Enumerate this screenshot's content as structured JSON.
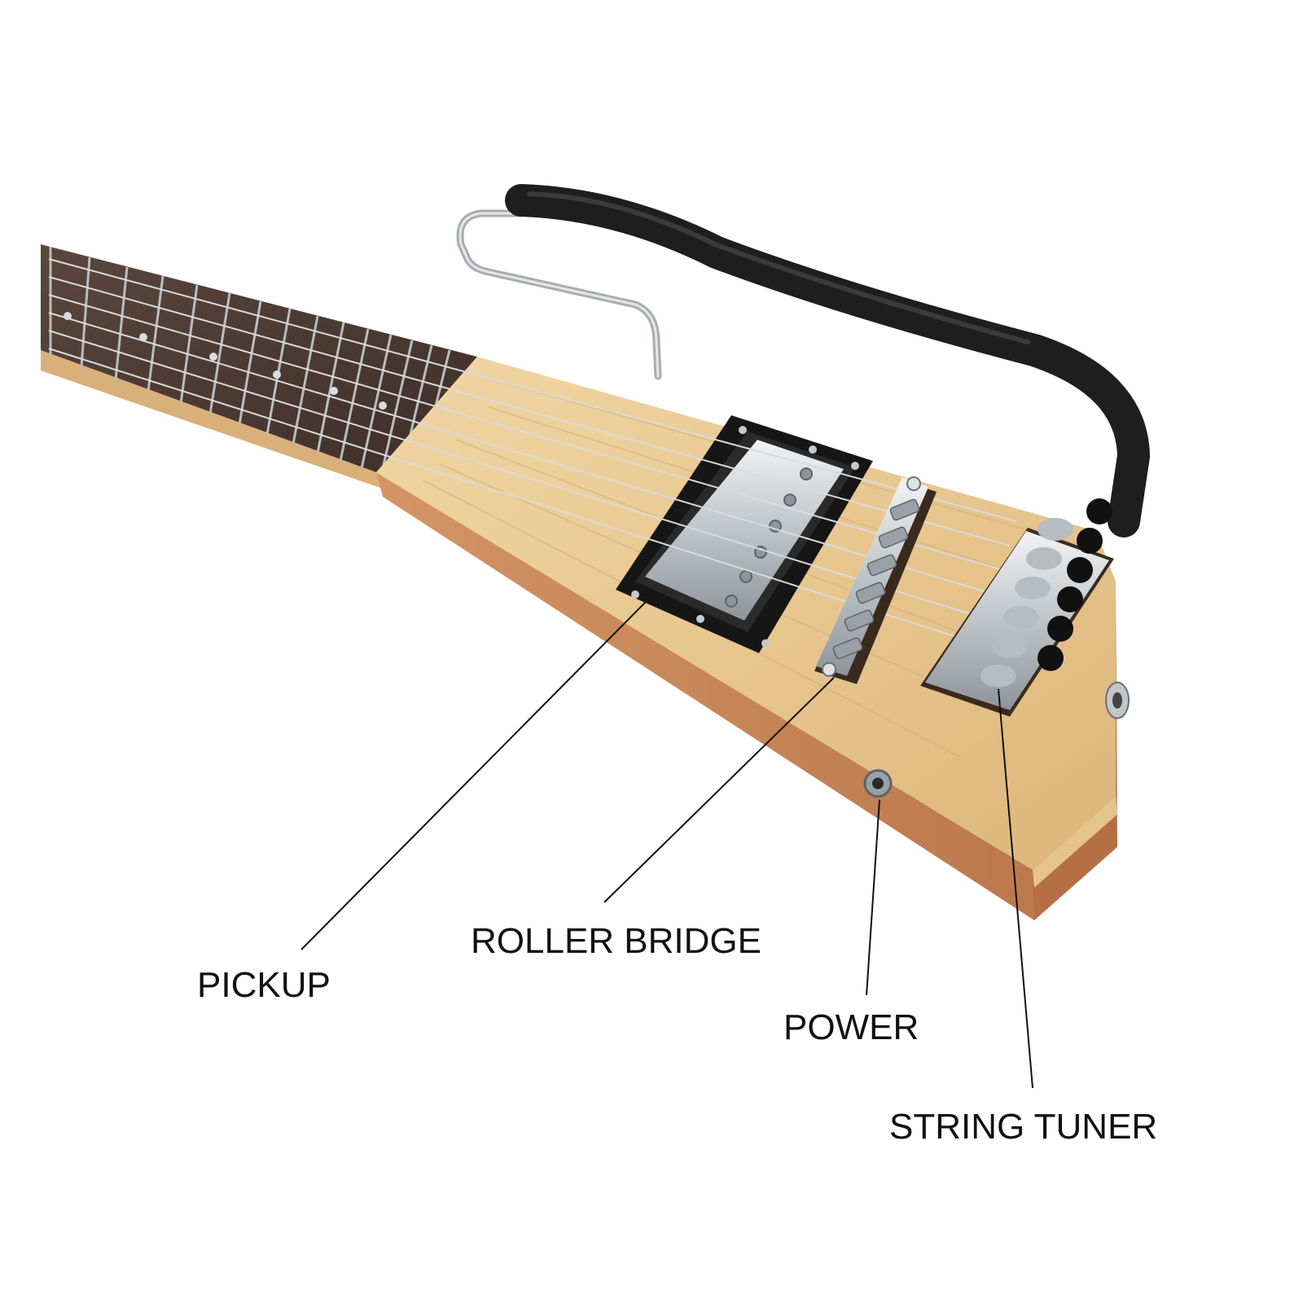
{
  "labels": {
    "pickup": "PICKUP",
    "roller_bridge": "ROLLER BRIDGE",
    "power": "POWER",
    "string_tuner": "STRING TUNER"
  },
  "colors": {
    "background": "#ffffff",
    "maple_top": "#e6c690",
    "mahogany_side": "#c98a5a",
    "fretboard": "#4e3b33",
    "chrome": "#cfd3d6",
    "pickup_ring": "#1a1a1a",
    "rest_arm": "#1e1e1e",
    "callout_line": "#111111"
  },
  "icons": {
    "pickup": "humbucker-pickup",
    "bridge": "roller-bridge",
    "tuner": "string-tuner-block",
    "jack": "power-jack"
  }
}
